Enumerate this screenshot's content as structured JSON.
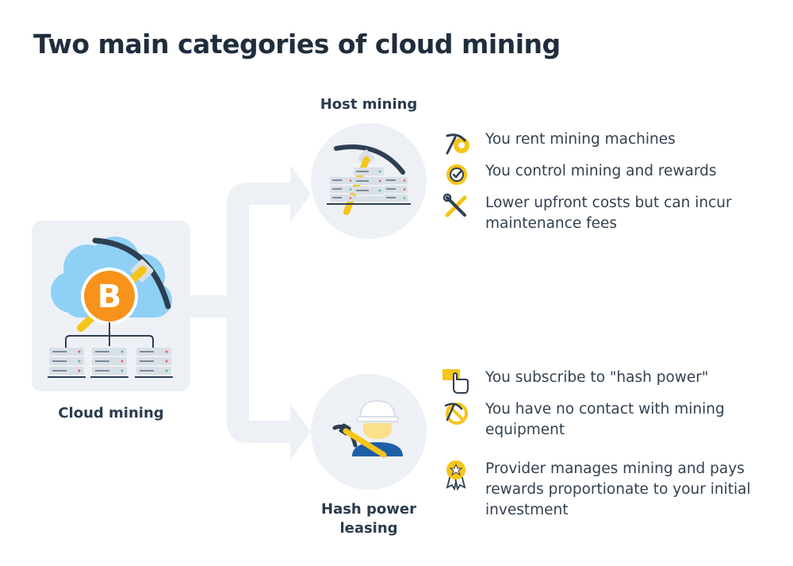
{
  "title": "Two main categories of cloud mining",
  "source": {
    "label": "Cloud mining",
    "coin_symbol": "B"
  },
  "categories": [
    {
      "name": "Host mining",
      "features": [
        {
          "icon": "pickaxe-gear-icon",
          "text": "You rent mining machines"
        },
        {
          "icon": "gear-check-icon",
          "text": "You control mining and rewards"
        },
        {
          "icon": "wrench-pencil-icon",
          "text": "Lower upfront costs but can incur maintenance fees"
        }
      ]
    },
    {
      "name": "Hash power leasing",
      "features": [
        {
          "icon": "hand-card-icon",
          "text": "You subscribe to \"hash power\""
        },
        {
          "icon": "no-mining-icon",
          "text": "You have no contact with mining equipment"
        },
        {
          "icon": "award-badge-icon",
          "text": "Provider manages mining and pays rewards proportionate to your initial investment"
        }
      ]
    }
  ],
  "colors": {
    "accent_orange": "#f7931a",
    "accent_yellow": "#f5c518",
    "cloud_blue": "#8fd0f5",
    "arrow_gray": "#edf1f5",
    "icon_dark": "#2e3f52"
  }
}
